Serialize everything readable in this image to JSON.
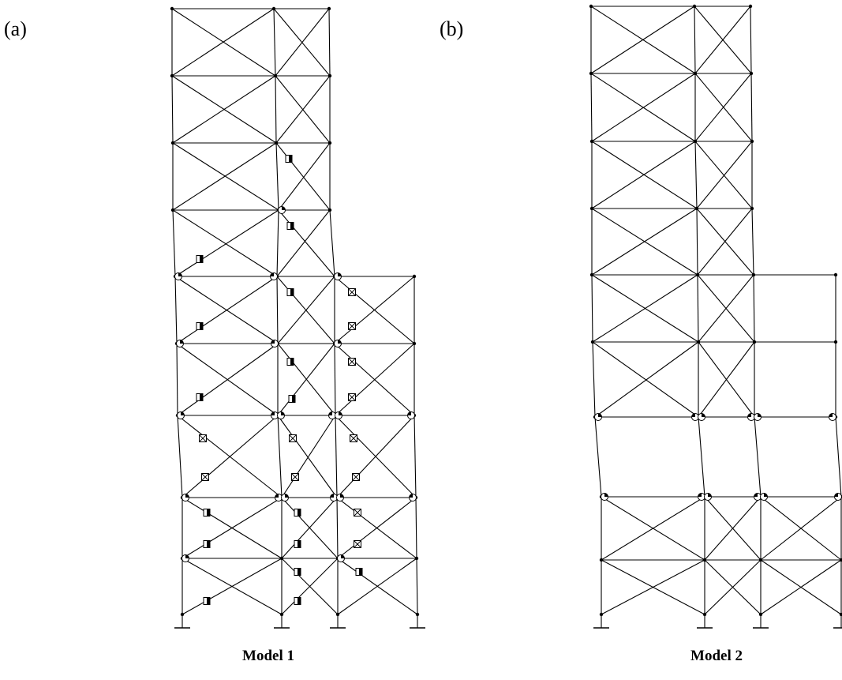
{
  "figure": {
    "panels": [
      {
        "label": "(a)",
        "title": "Model 1"
      },
      {
        "label": "(b)",
        "title": "Model 2"
      }
    ],
    "colors": {
      "line": "#000000",
      "background": "#ffffff"
    }
  }
}
